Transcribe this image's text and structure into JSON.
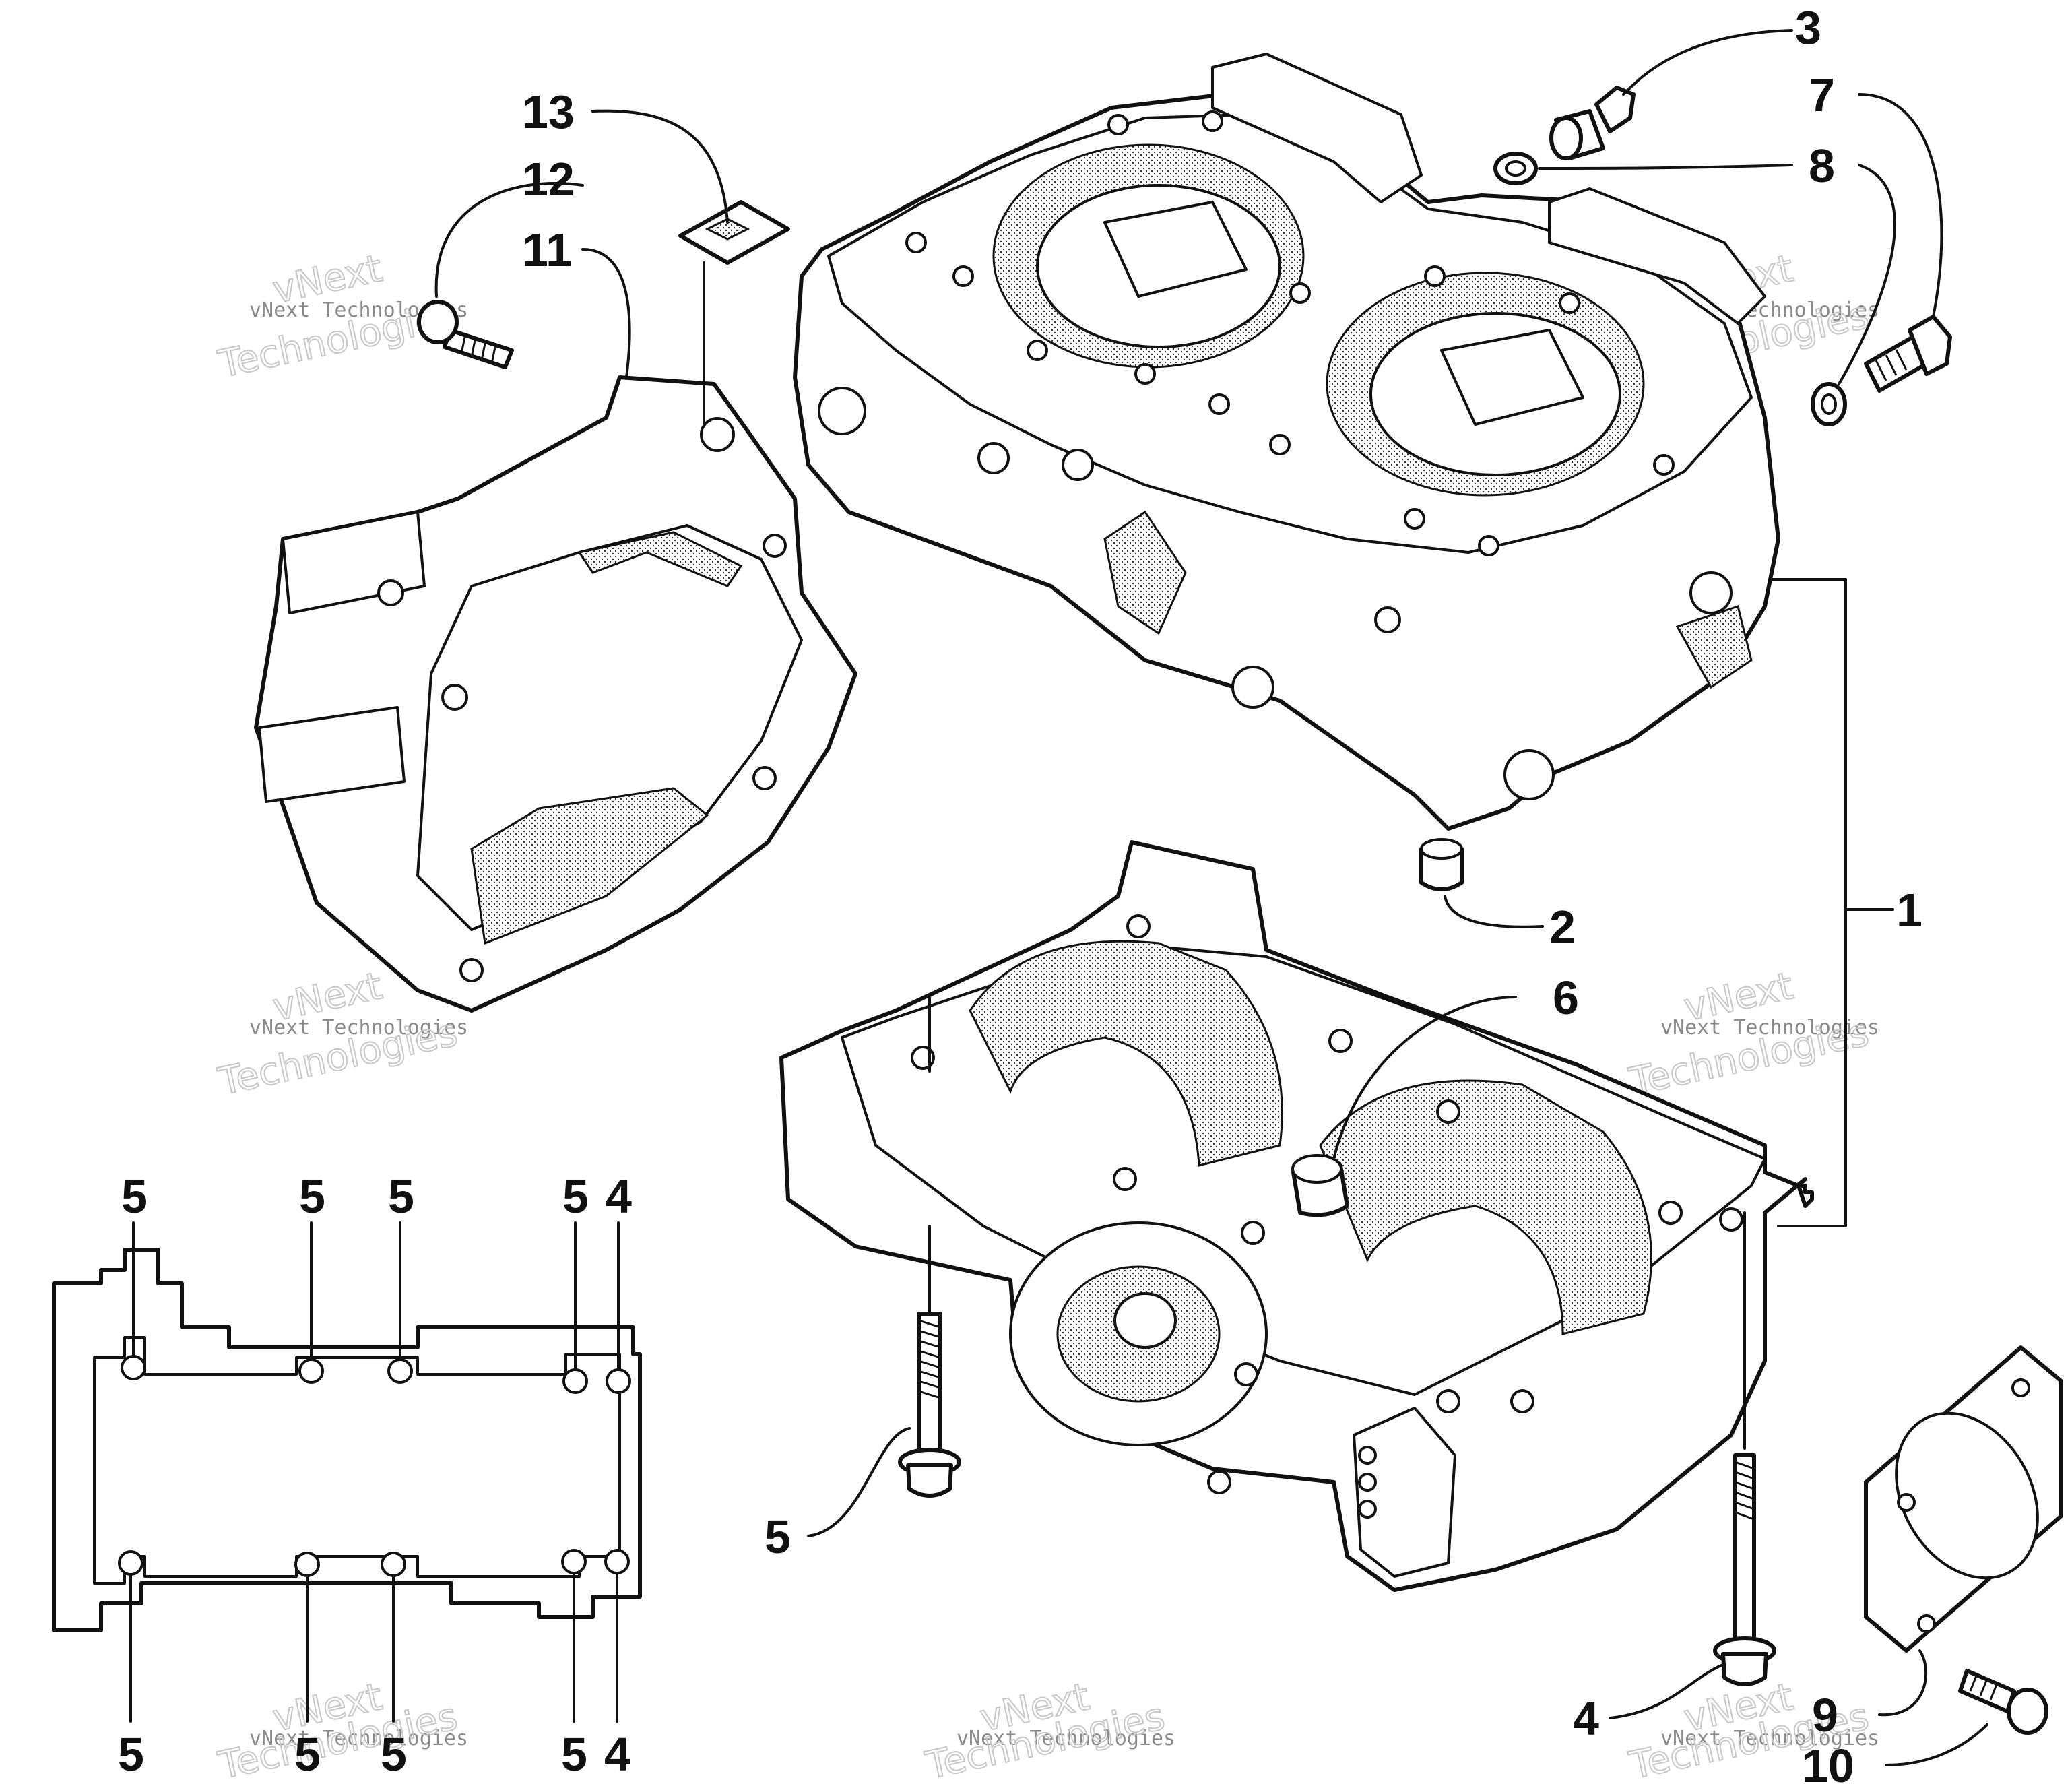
{
  "callouts": [
    {
      "id": "c1",
      "text": "1"
    },
    {
      "id": "c2",
      "text": "2"
    },
    {
      "id": "c3",
      "text": "3"
    },
    {
      "id": "c4",
      "text": "4"
    },
    {
      "id": "c4b",
      "text": "4"
    },
    {
      "id": "c4c",
      "text": "4"
    },
    {
      "id": "c5",
      "text": "5"
    },
    {
      "id": "c5b",
      "text": "5"
    },
    {
      "id": "c5c",
      "text": "5"
    },
    {
      "id": "c5d",
      "text": "5"
    },
    {
      "id": "c5e",
      "text": "5"
    },
    {
      "id": "c5f",
      "text": "5"
    },
    {
      "id": "c5g",
      "text": "5"
    },
    {
      "id": "c5h",
      "text": "5"
    },
    {
      "id": "c5i",
      "text": "5"
    },
    {
      "id": "c6",
      "text": "6"
    },
    {
      "id": "c7",
      "text": "7"
    },
    {
      "id": "c8",
      "text": "8"
    },
    {
      "id": "c9",
      "text": "9"
    },
    {
      "id": "c10",
      "text": "10"
    },
    {
      "id": "c11",
      "text": "11"
    },
    {
      "id": "c12",
      "text": "12"
    },
    {
      "id": "c13",
      "text": "13"
    }
  ],
  "watermark": {
    "line1": "vNext Technologies",
    "big1": "vNext",
    "big2": "Technologies"
  }
}
